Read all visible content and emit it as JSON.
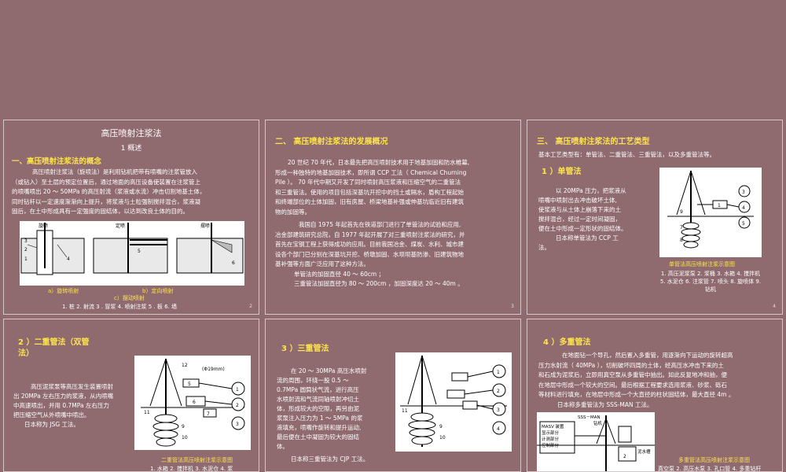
{
  "slide1": {
    "title": "高压喷射注浆法",
    "subtitle": "1  概述",
    "heading": "一、高压喷射注浆法的概念",
    "lines": [
      "高压喷射注浆法（旋喷法）是利用钻机把带有喷嘴的注浆管放入",
      "（或钻入）至土层的预定位置后，通过地面的高压设备使装置在注浆管上",
      "的喷嘴喷出 20 ～ 50MPa 的高压射流（浆液或水流）冲击切割地基土体，",
      "同时钻杆以一定速度渐渐向上提升，将浆液与土粒强制搅拌混合，浆液凝",
      "固后，在土中形成具有一定强度的固结体，以达到改良土体的目的。"
    ],
    "fig_labels": {
      "a": "旋喷",
      "b": "定喷",
      "c": "摆喷"
    },
    "cap_a": "a）旋转喷射",
    "cap_b": "b）定向喷射",
    "cap_c": "c）摆动喷射",
    "cap_parts": "1. 桩   2. 射流   3 . 冒浆   4. 喷射注浆   5 . 板   6. 墙",
    "page": "2"
  },
  "slide2": {
    "heading": "二、   高压喷射注浆法的发展概况",
    "para1": [
      "20 世纪 70 年代，日本最先把高压喷射技术用于地基加固和防水帷幕,",
      "形成一种独特的地基加固技术，即所谓 CCP 工法（ Chemical Churning",
      "Pile ）。 70 年代中期又开发了同时喷射高压浆液和压缩空气的二重管法",
      "和三重管法。使用的项目包括深基坑开挖中的挡土或隔水，盾构工程起始",
      "和终端部位的土体加固，旧有房屋、桥梁地基补强或伸基坑临近旧有建筑",
      "物的加固等。"
    ],
    "para2": [
      "我国自 1975 年起首先在铁道部门进行了单管法的试验和应用,",
      "冶金部建筑研究总院，自 1977 年起开展了对三重喷射注浆法的研究，并",
      "首先在宝钢工程上获得成功的应用。目前我国冶金、煤炭、水利、城市建",
      "设各个部门已分别在深基坑开挖、桥墩加固、水坝坝基防渗、旧建筑物地",
      "基补强等方面广泛应用了这种方法。"
    ],
    "para3": [
      "单管法的加固直径 40 ～ 60cm ；",
      "三重管法加固直径为 80 ～ 200cm ，加固深度达 20 ～ 40m 。"
    ],
    "page": "3"
  },
  "slide3": {
    "heading": "三、   高压喷射注浆法的工艺类型",
    "intro": "基本工艺类型有：单管法、二重管法、三重管法，以及多重管法等。",
    "sub": "1 ）单管法",
    "lines": [
      "以 20MPa 压力，把浆液从",
      "喷嘴中喷射出去冲击破坏土体,",
      "使浆液与从土体上崩落下来的土",
      "搅拌混合，经过一定时间凝固，",
      "便在土中形成一定形状的固结体。",
      "日本称单管法为 CCP 工",
      "法。"
    ],
    "cap_title": "单管法高压喷射注浆示意图",
    "cap_lines": [
      "1. 高压泥浆泵   2. 浆桶   3. 水箱   4. 搅拌机",
      "5. 水泥仓    6. 注浆管   7. 喷头   8. 旋喷体   9.",
      "钻机"
    ],
    "page": "4"
  },
  "slide4": {
    "sub": "2 ）二重管法（双管",
    "sub2": "法）",
    "lines": [
      "高压泥浆泵等高压发生装置喷射",
      "出 20MPa 左右压力的浆液，从内喷嘴",
      "中高速喷出，并用 0.7MPa 左右压力",
      "把压缩空气从外喷嘴中喷出。",
      "日本称为 JSG 工法。"
    ],
    "fig_label": "(Φ19mm)",
    "cap_title": "二重管法高压喷射注浆示意图",
    "cap_parts": "1. 水箱   2. 搅拌机   3. 水泥仓   4. 浆"
  },
  "slide5": {
    "sub": "3 ）三重管法",
    "lines": [
      "在 20 ～ 30MPa 高压水喷射",
      "流的周围，环绕一股 0.5 ～",
      "0.7MPa 圆筒状气流，进行高压",
      "水喷射流和气流同轴喷射冲切土",
      "体，形成较大的空隙，再另由泥",
      "浆泵注入压力为 1 ～ 5MPa 的浆",
      "液填充，喷嘴作旋转和提升运动,",
      "最后便在土中凝固为较大的固结",
      "体。"
    ],
    "note": "日本称三重管法为 CJP 工法。"
  },
  "slide6": {
    "sub": "4 ）多重管法",
    "lines": [
      "在地面钻一个导孔，然后置入多重管，用逐渐向下运动的旋转超高",
      "压力水射流（ 40MPa ），切削破坏四周的土体，经高压水冲击下来的土",
      "和石成为泥浆后，立即用真空泵从多重管中抽出。如此反复地冲和抽，便",
      "在地层中形成一个较大的空间。最后根据工程要求选用浆液、砂浆、砾石",
      "等材料进行填充，在地层中形成一个大直径的柱状固结体，最大直径 4m 。",
      "日本称多重管法为 SSS-MAN 工法。"
    ],
    "fig_labels": [
      "SSS－MAN",
      "钻机",
      "MASV 装置",
      "显示部分",
      "计测部分",
      "控制部分",
      "泥水槽"
    ],
    "cap_title": "多重管法高压喷射注浆示意图",
    "cap_parts": "真空泵   2. 高压水泵   3. 孔口管   4. 多重钻杆"
  }
}
